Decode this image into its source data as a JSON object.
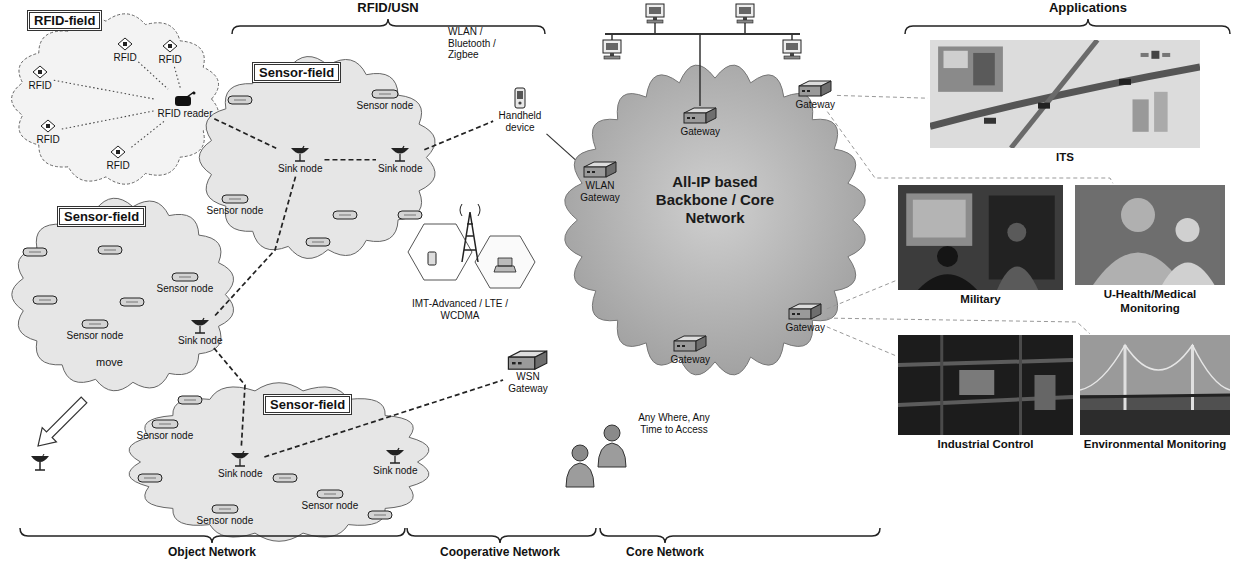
{
  "diagram": {
    "nodes": [
      {
        "text": [
          "RFID-field"
        ]
      },
      {
        "text": [
          "RFID"
        ],
        "in": 0
      },
      {
        "text": [
          "RFID"
        ],
        "in": 0
      },
      {
        "text": [
          "RFID"
        ],
        "in": 0
      },
      {
        "text": [
          "RFID"
        ],
        "in": 0
      },
      {
        "text": [
          "RFID"
        ],
        "in": 0
      },
      {
        "text": [
          "RFID reader"
        ],
        "in": 0
      },
      {
        "text": [
          "Sensor-field"
        ]
      },
      {
        "text": [
          "Sensor node"
        ],
        "in": 7
      },
      {
        "text": [
          "Sink node"
        ],
        "in": 7
      },
      {
        "text": [
          "Sensor node"
        ],
        "in": 7
      },
      {
        "text": [
          "Sink node"
        ],
        "in": 7
      },
      {
        "text": [
          "Sensor-field"
        ]
      },
      {
        "text": [
          "Sensor node"
        ],
        "in": 12
      },
      {
        "text": [
          "Sensor node"
        ],
        "in": 12
      },
      {
        "text": [
          "Sink node"
        ],
        "in": 12
      },
      {
        "text": [
          "Sensor-field"
        ]
      },
      {
        "text": [
          "Sensor node"
        ],
        "in": 16
      },
      {
        "text": [
          "Sink node"
        ],
        "in": 16
      },
      {
        "text": [
          "Sink node"
        ],
        "in": 16
      },
      {
        "text": [
          "Sensor node"
        ],
        "in": 16
      },
      {
        "text": [
          "Sensor node"
        ],
        "in": 16
      },
      {
        "text": [
          "Handheld device"
        ]
      },
      {
        "text": [
          "All-IP based Backbone / Core Network"
        ]
      },
      {
        "text": [
          "WLAN Gateway"
        ],
        "in": 23
      },
      {
        "text": [
          "Gateway"
        ],
        "in": 23
      },
      {
        "text": [
          "Gateway"
        ],
        "in": 23
      },
      {
        "text": [
          "Gateway"
        ],
        "in": 23
      },
      {
        "text": [
          "Gateway"
        ],
        "in": 23
      },
      {
        "text": [
          "WSN Gateway"
        ]
      },
      {
        "text": [
          "ITS"
        ]
      },
      {
        "text": [
          "Military"
        ]
      },
      {
        "text": [
          "U-Health/Medical Monitoring"
        ]
      },
      {
        "text": [
          "Industrial Control"
        ]
      },
      {
        "text": [
          "Environmental Monitoring"
        ]
      }
    ],
    "edges": [
      {
        "from": 1,
        "to": 6,
        "arrow": "none"
      },
      {
        "from": 2,
        "to": 6,
        "arrow": "none"
      },
      {
        "from": 3,
        "to": 6,
        "arrow": "none"
      },
      {
        "from": 4,
        "to": 6,
        "arrow": "none"
      },
      {
        "from": 5,
        "to": 6,
        "arrow": "none"
      },
      {
        "from": 6,
        "to": 9,
        "arrow": "none"
      },
      {
        "from": 9,
        "to": 11,
        "arrow": "none"
      },
      {
        "from": 11,
        "to": 22,
        "arrow": "none"
      },
      {
        "from": 22,
        "to": 24,
        "arrow": "none"
      },
      {
        "from": 15,
        "to": 9,
        "arrow": "none"
      },
      {
        "from": 15,
        "to": 18,
        "arrow": "none"
      },
      {
        "from": 18,
        "to": 29,
        "arrow": "none"
      },
      {
        "from": 26,
        "to": 30,
        "arrow": "none"
      },
      {
        "from": 26,
        "to": 32,
        "arrow": "none"
      },
      {
        "from": 27,
        "to": 31,
        "arrow": "none"
      },
      {
        "from": 27,
        "to": 33,
        "arrow": "none"
      },
      {
        "from": 27,
        "to": 34,
        "arrow": "none"
      }
    ],
    "labels": [
      "RFID/USN",
      "Applications",
      "WLAN / Bluetooth / Zigbee",
      "IMT-Advanced / LTE / WCDMA",
      "move",
      "Any Where, Any Time to Access",
      "Object Network",
      "Cooperative Network",
      "Core Network"
    ]
  }
}
